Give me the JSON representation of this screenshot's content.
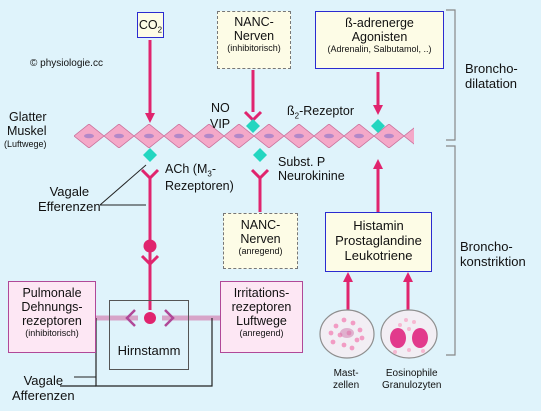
{
  "copyright": "© physiologie.cc",
  "co2": {
    "main": "CO",
    "sub": "2"
  },
  "nanc_top": {
    "line1": "NANC-",
    "line2": "Nerven",
    "note": "(inhibitorisch)"
  },
  "beta_agonists": {
    "line1": "ß-adrenerge",
    "line2": "Agonisten",
    "note": "(Adrenalin, Salbutamol, ..)"
  },
  "bronchodilatation": {
    "line1": "Broncho-",
    "line2": "dilatation"
  },
  "bronchokonstriktion": {
    "line1": "Broncho-",
    "line2": "konstriktion"
  },
  "smooth_muscle": {
    "line1": "Glatter",
    "line2": "Muskel",
    "note": "(Luftwege)"
  },
  "no_label": "NO",
  "vip_label": "VIP",
  "beta2_receptor": {
    "main": "ß",
    "sub": "2",
    "rest": "-Rezeptor"
  },
  "ach_label": {
    "line1a": "ACh (M",
    "sub": "3",
    "line1b": "-",
    "line2": "Rezeptoren)"
  },
  "subst_p": {
    "line1": "Subst. P",
    "line2": "Neurokinine"
  },
  "vagal_efferent": {
    "line1": "Vagale",
    "line2": "Efferenzen"
  },
  "nanc_bottom": {
    "line1": "NANC-",
    "line2": "Nerven",
    "note": "(anregend)"
  },
  "mediators": {
    "line1": "Histamin",
    "line2": "Prostaglandine",
    "line3": "Leukotriene"
  },
  "pulmonary_receptors": {
    "line1": "Pulmonale",
    "line2": "Dehnungs-",
    "line3": "rezeptoren",
    "note": "(inhibitorisch)"
  },
  "brainstem": "Hirnstamm",
  "irritant_receptors": {
    "line1": "Irritations-",
    "line2": "rezeptoren",
    "line3": "Luftwege",
    "note": "(anregend)"
  },
  "vagal_afferent": {
    "line1": "Vagale",
    "line2": "Afferenzen"
  },
  "mast_cells": {
    "line1": "Mast-",
    "line2": "zellen"
  },
  "eosinophils": {
    "line1": "Eosinophile",
    "line2": "Granulozyten"
  },
  "colors": {
    "arrow": "#e0246e",
    "muscle": "#f4a8c8",
    "receptor": "#23d6c0",
    "bracket": "#888888"
  }
}
